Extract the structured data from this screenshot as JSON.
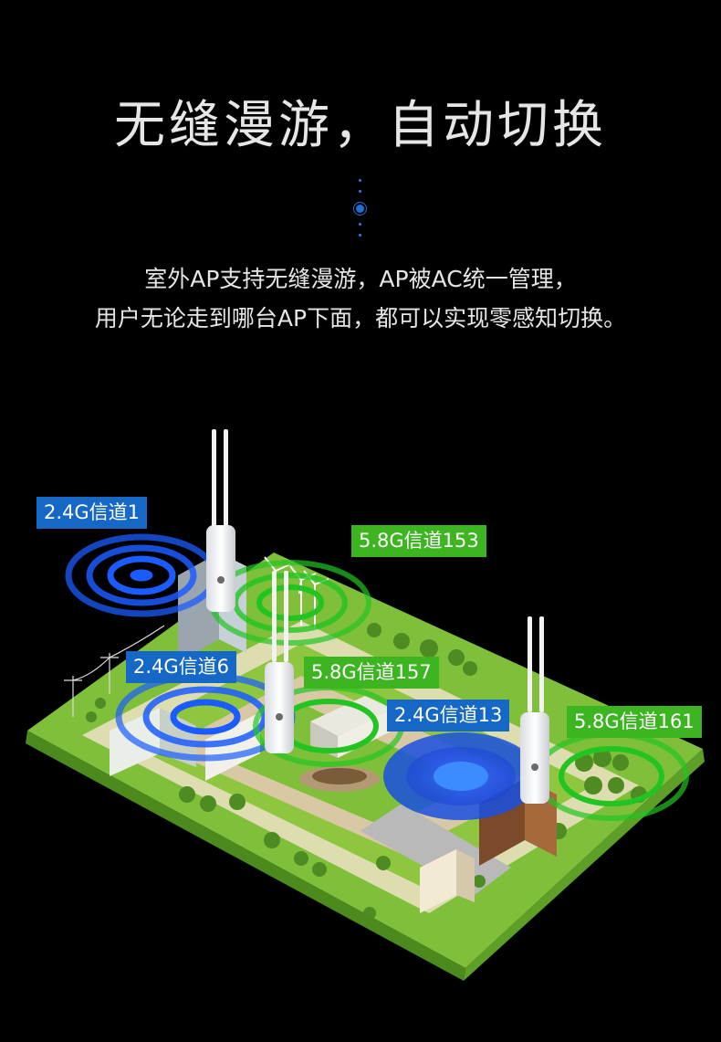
{
  "title": "无缝漫游，自动切换",
  "description": {
    "line1": "室外AP支持无缝漫游，AP被AC统一管理，",
    "line2": "用户无论走到哪台AP下面，都可以实现零感知切换。"
  },
  "channels": {
    "ap1_24": "2.4G信道1",
    "ap1_58": "5.8G信道153",
    "ap2_24": "2.4G信道6",
    "ap2_58": "5.8G信道157",
    "ap3_24": "2.4G信道13",
    "ap3_58": "5.8G信道161"
  },
  "colors": {
    "background": "#000000",
    "blue_label": "#1668c6",
    "green_label": "#3cb521",
    "wave_blue": "#1a5cff",
    "wave_green": "#22c422",
    "ground": "#8ec63f"
  },
  "icons": [
    "outdoor-ap-icon",
    "antenna-icon",
    "wifi-wave-icon",
    "tree-icon",
    "building-icon",
    "wind-turbine-icon"
  ]
}
